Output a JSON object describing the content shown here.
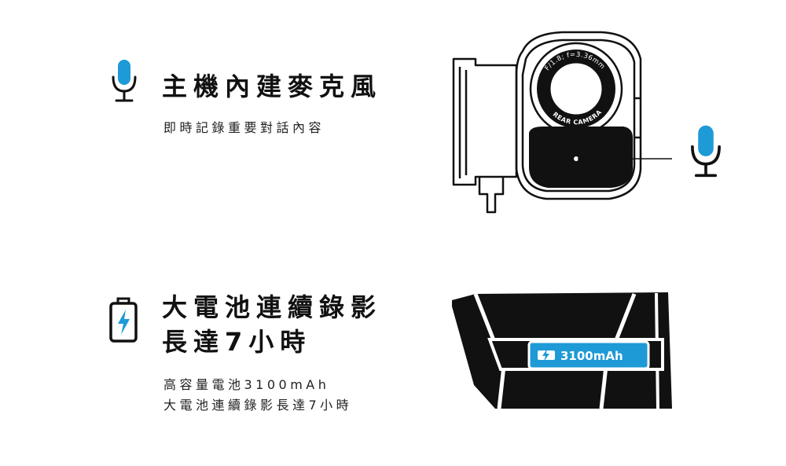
{
  "features": [
    {
      "icon": "microphone-icon",
      "heading": [
        "主機內建麥克風"
      ],
      "description": [
        "即時記錄重要對話內容"
      ],
      "illustration": {
        "lens_text": "F/1.8; f=3.36mm",
        "camera_label": "REAR CAMERA",
        "callout_icon": "microphone-icon"
      }
    },
    {
      "icon": "battery-charging-icon",
      "heading": [
        "大電池連續錄影",
        "長達7小時"
      ],
      "description": [
        "高容量電池3100mAh",
        "大電池連續錄影長達7小時"
      ],
      "illustration": {
        "battery_label": "3100mAh",
        "battery_icon": "battery-bolt-icon"
      }
    }
  ],
  "colors": {
    "accent": "#1e9ad6",
    "text": "#111111",
    "illustration": "#111111",
    "background": "#ffffff"
  }
}
